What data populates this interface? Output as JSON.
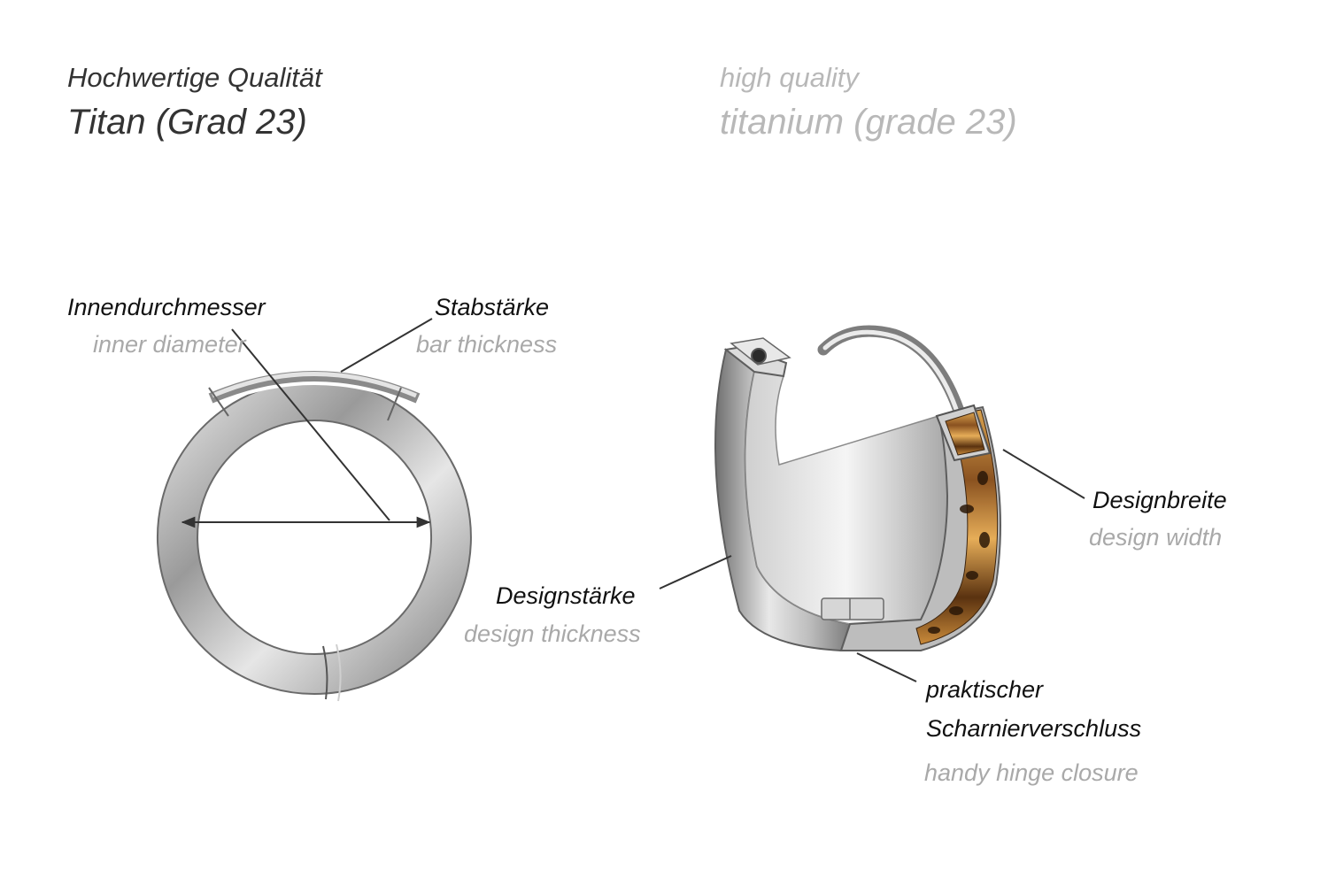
{
  "header": {
    "de_subtitle": "Hochwertige Qualität",
    "de_title": "Titan (Grad 23)",
    "en_subtitle": "high quality",
    "en_title": "titanium (grade 23)"
  },
  "labels": {
    "inner_diameter": {
      "de": "Innendurchmesser",
      "en": "inner diameter"
    },
    "bar_thickness": {
      "de": "Stabstärke",
      "en": "bar thickness"
    },
    "design_width": {
      "de": "Designbreite",
      "en": "design width"
    },
    "design_thickness": {
      "de": "Designstärke",
      "en": "design thickness"
    },
    "hinge_closure": {
      "de_line1": "praktischer",
      "de_line2": "Scharnierverschluss",
      "en": "handy hinge closure"
    }
  },
  "colors": {
    "primary_text": "#111111",
    "secondary_text": "#a9a9a9",
    "header_text": "#333333",
    "metal": "#c8c8c8",
    "pattern": "#c9883a"
  }
}
